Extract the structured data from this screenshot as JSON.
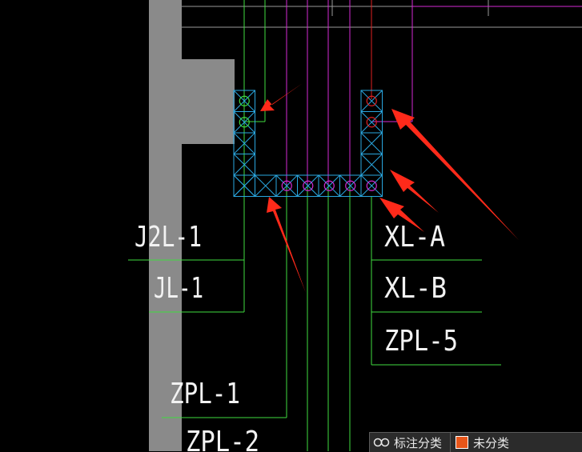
{
  "labels": {
    "j2l1": "J2L-1",
    "jl1": "JL-1",
    "zpl1": "ZPL-1",
    "zpl2": "ZPL-2",
    "xla": "XL-A",
    "xlb": "XL-B",
    "zpl5": "ZPL-5"
  },
  "panel": {
    "icon": "tag-icon",
    "tab_label": "标注分类",
    "legend_label": "未分类",
    "legend_color": "#e8561a"
  },
  "colors": {
    "background": "#000000",
    "wall": "#8a8a8a",
    "pipe_green": "#3fdc3f",
    "pipe_magenta": "#d42ad4",
    "pipe_red": "#e02020",
    "cell_cyan": "#2aa7e0",
    "arrow": "#ff2a1a"
  }
}
